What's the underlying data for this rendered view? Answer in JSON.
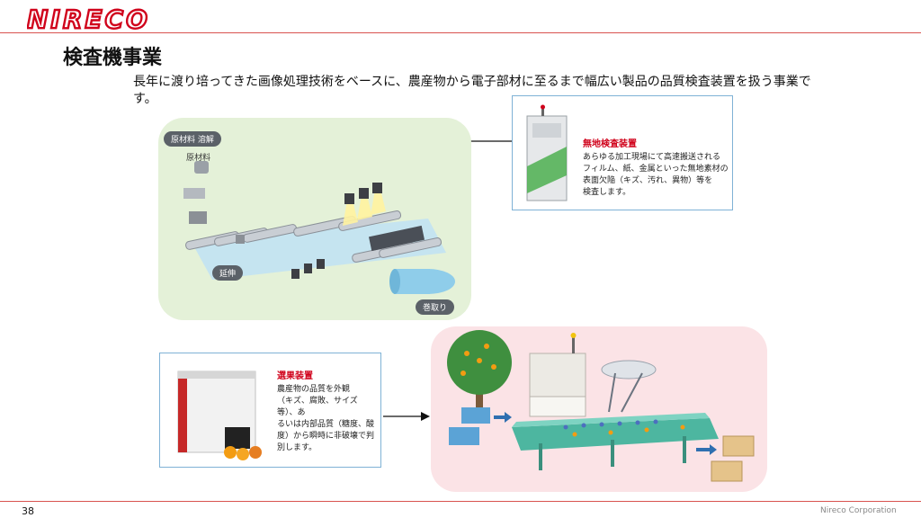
{
  "brand": {
    "logo_text": "NIRECO",
    "color": "#d0021b"
  },
  "slide": {
    "title": "検査機事業",
    "lead": "長年に渡り培ってきた画像処理技術をベースに、農産物から電子部材に至るまで幅広い製品の品質検査装置を扱う事業です。"
  },
  "film_process": {
    "tag_melt": "原材料 溶解",
    "raw_material": "原材料",
    "tag_stretch": "延伸",
    "tag_winding": "巻取り"
  },
  "film_inspection": {
    "title": "無地検査装置",
    "lines": [
      "あらゆる加工現場にて高速搬送される",
      "フィルム、紙、金属といった無地素材の",
      "表面欠陥（キズ、汚れ、異物）等を",
      "検査します。"
    ]
  },
  "sorter": {
    "title": "選果装置",
    "lines": [
      "農産物の品質を外観",
      "（キズ、腐敗、サイズ等）、あ",
      "るいは内部品質（糖度、酸",
      "度）から瞬時に非破壊で判",
      "別します。"
    ]
  },
  "footer": {
    "page": "38",
    "company": "Nireco Corporation"
  },
  "colors": {
    "accent": "#d0021b",
    "rule": "#d9534f",
    "card_border": "#7fb2d6",
    "green_panel": "#e4f1d8",
    "pink_panel": "#fbe3e6"
  }
}
